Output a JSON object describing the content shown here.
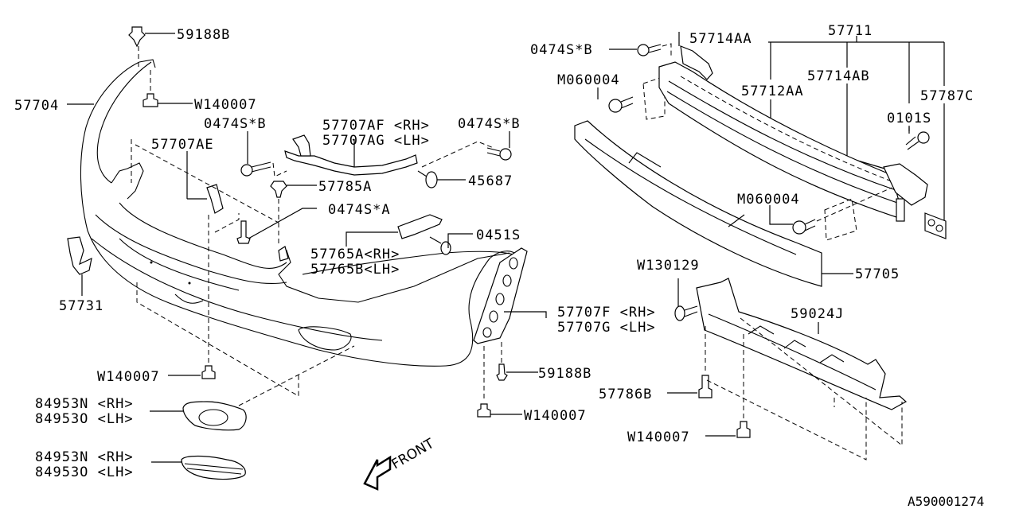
{
  "diagram": {
    "type": "exploded-parts-diagram",
    "subject": "Front bumper assembly",
    "reference_code": "A590001274",
    "direction_label": "FRONT",
    "labels": {
      "l59188B_top": "59188B",
      "l57704": "57704",
      "lW140007_top": "W140007",
      "l0474SB_left": "0474S*B",
      "l57707AE": "57707AE",
      "l57707AF": "57707AF <RH>",
      "l57707AG": "57707AG <LH>",
      "l0474SB_mid": "0474S*B",
      "l57785A": "57785A",
      "l45687": "45687",
      "l0474SA": "0474S*A",
      "l0451S": "0451S",
      "l57765A": "57765A<RH>",
      "l57765B": "57765B<LH>",
      "l57731": "57731",
      "lW140007_left": "W140007",
      "l84953N_1": "84953N <RH>",
      "l84953O_1": "84953O <LH>",
      "l84953N_2": "84953N <RH>",
      "l84953O_2": "84953O <LH>",
      "l57707F": "57707F <RH>",
      "l57707G": "57707G <LH>",
      "l59188B_mid": "59188B",
      "lW140007_mid": "W140007",
      "l0474SB_right": "0474S*B",
      "l57714AA": "57714AA",
      "l57711": "57711",
      "lM060004_top": "M060004",
      "l57712AA": "57712AA",
      "l57714AB": "57714AB",
      "l57787C": "57787C",
      "l0101S": "0101S",
      "lM060004_mid": "M060004",
      "l57705": "57705",
      "lW130129": "W130129",
      "l59024J": "59024J",
      "l57786B": "57786B",
      "lW140007_right": "W140007"
    }
  }
}
